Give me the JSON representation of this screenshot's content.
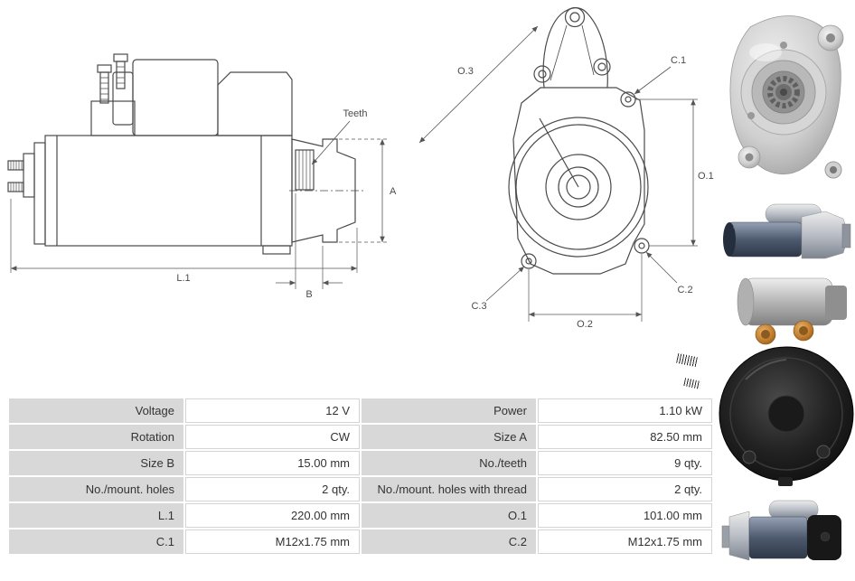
{
  "colors": {
    "table_label_bg": "#d8d8d8",
    "table_value_border": "#d4d4d4",
    "drawing_line": "#4a4a4a",
    "dimension_line": "#555555"
  },
  "diagrams": {
    "side_view": {
      "labels": {
        "teeth": "Teeth",
        "size_a": "A",
        "length_l1": "L.1",
        "size_b": "B"
      }
    },
    "front_view": {
      "labels": {
        "o1": "O.1",
        "o2": "O.2",
        "o3": "O.3",
        "c1": "C.1",
        "c2": "C.2",
        "c3": "C.3"
      }
    }
  },
  "spec_table": {
    "rows": [
      {
        "label1": "Voltage",
        "value1": "12 V",
        "label2": "Power",
        "value2": "1.10 kW"
      },
      {
        "label1": "Rotation",
        "value1": "CW",
        "label2": "Size A",
        "value2": "82.50 mm"
      },
      {
        "label1": "Size B",
        "value1": "15.00 mm",
        "label2": "No./teeth",
        "value2": "9 qty."
      },
      {
        "label1": "No./mount. holes",
        "value1": "2 qty.",
        "label2": "No./mount. holes with thread",
        "value2": "2 qty."
      },
      {
        "label1": "L.1",
        "value1": "220.00 mm",
        "label2": "O.1",
        "value2": "101.00 mm"
      },
      {
        "label1": "C.1",
        "value1": "M12x1.75 mm",
        "label2": "C.2",
        "value2": "M12x1.75 mm"
      }
    ]
  }
}
